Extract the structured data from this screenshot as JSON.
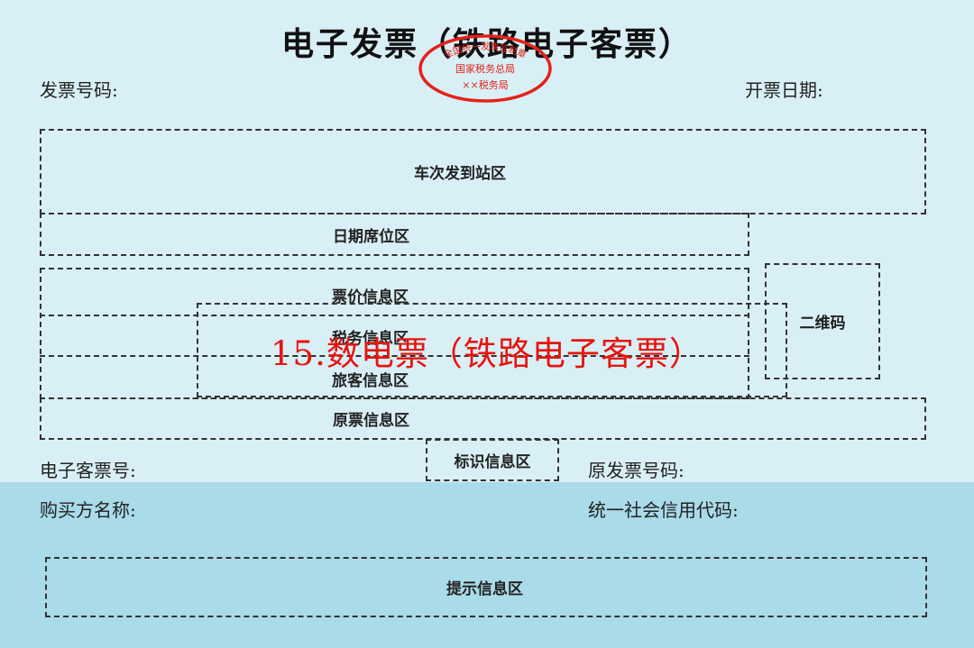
{
  "header": {
    "title": "电子发票（铁路电子客票）",
    "invoice_number_label": "发票号码:",
    "issue_date_label": "开票日期:"
  },
  "stamp": {
    "line1": "全国统一发票监制章",
    "line2": "国家税务总局",
    "line3": "××税务局",
    "color": "#e3231b"
  },
  "zones": {
    "train_station": "车次发到站区",
    "date_seat": "日期席位区",
    "qr_code": "二维码",
    "price_info": "票价信息区",
    "tax_info": "税务信息区",
    "passenger_info": "旅客信息区",
    "original_ticket_info": "原票信息区",
    "identifier_info": "标识信息区",
    "notice_info": "提示信息区"
  },
  "fields": {
    "e_ticket_number_label": "电子客票号:",
    "original_invoice_number_label": "原发票号码:",
    "buyer_name_label": "购买方名称:",
    "credit_code_label": "统一社会信用代码:"
  },
  "overlay": {
    "caption": "15.数电票（铁路电子客票）",
    "color": "#e8140e"
  },
  "colors": {
    "background": "#d9eff6",
    "lower_band": "#a9dbe8"
  }
}
